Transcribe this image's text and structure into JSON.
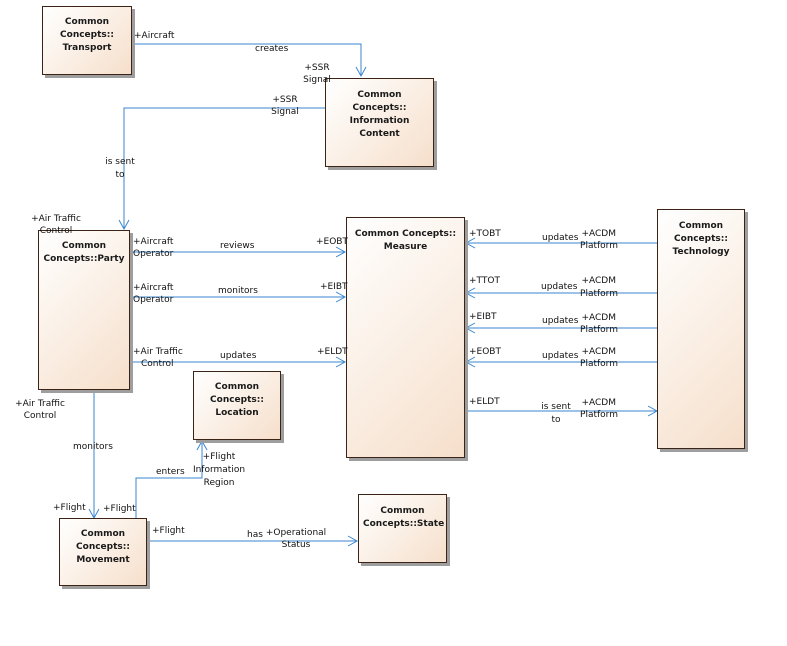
{
  "classes": {
    "transport": "Common Concepts:: Transport",
    "information_content": "Common Concepts:: Information Content",
    "party": "Common Concepts::Party",
    "measure": "Common Concepts:: Measure",
    "technology": "Common Concepts:: Technology",
    "location": "Common Concepts:: Location",
    "movement": "Common Concepts:: Movement",
    "state": "Common Concepts::State"
  },
  "associations": {
    "transport_info": {
      "source_role": "+Aircraft",
      "name": "creates",
      "target_role_1": "+SSR",
      "target_role_2": "Signal"
    },
    "info_party": {
      "source_role_1": "+SSR",
      "source_role_2": "Signal",
      "name_1": "is sent",
      "name_2": "to",
      "target_role_1": "+Air Traffic",
      "target_role_2": "Control"
    },
    "party_measure_reviews": {
      "source_role_1": "+Aircraft",
      "source_role_2": "Operator",
      "name": "reviews",
      "target_role": "+EOBT"
    },
    "party_measure_monitors": {
      "source_role_1": "+Aircraft",
      "source_role_2": "Operator",
      "name": "monitors",
      "target_role": "+EIBT"
    },
    "party_measure_updates": {
      "source_role_1": "+Air Traffic",
      "source_role_2": "Control",
      "name": "updates",
      "target_role": "+ELDT"
    },
    "party_movement": {
      "source_role_1": "+Air Traffic",
      "source_role_2": "Control",
      "name": "monitors",
      "target_role": "+Flight"
    },
    "movement_location": {
      "source_role": "+Flight",
      "name": "enters",
      "target_role_1": "+Flight",
      "target_role_2": "Information",
      "target_role_3": "Region"
    },
    "movement_state": {
      "source_role": "+Flight",
      "name": "has",
      "target_role_1": "+Operational",
      "target_role_2": "Status"
    },
    "tech_measure_tobt": {
      "source_role_1": "+ACDM",
      "source_role_2": "Platform",
      "name": "updates",
      "target_role": "+TOBT"
    },
    "tech_measure_ttot": {
      "source_role_1": "+ACDM",
      "source_role_2": "Platform",
      "name": "updates",
      "target_role": "+TTOT"
    },
    "tech_measure_eibt": {
      "source_role_1": "+ACDM",
      "source_role_2": "Platform",
      "name": "updates",
      "target_role": "+EIBT"
    },
    "tech_measure_eobt": {
      "source_role_1": "+ACDM",
      "source_role_2": "Platform",
      "name": "updates",
      "target_role": "+EOBT"
    },
    "measure_tech_eldt": {
      "source_role": "+ELDT",
      "name_1": "is sent",
      "name_2": "to",
      "target_role_1": "+ACDM",
      "target_role_2": "Platform"
    }
  },
  "colors": {
    "connector": "#3a86cf",
    "box_border": "#3b2416",
    "box_fill_light": "#ffffff",
    "box_fill_dark": "#f6dfcb"
  }
}
